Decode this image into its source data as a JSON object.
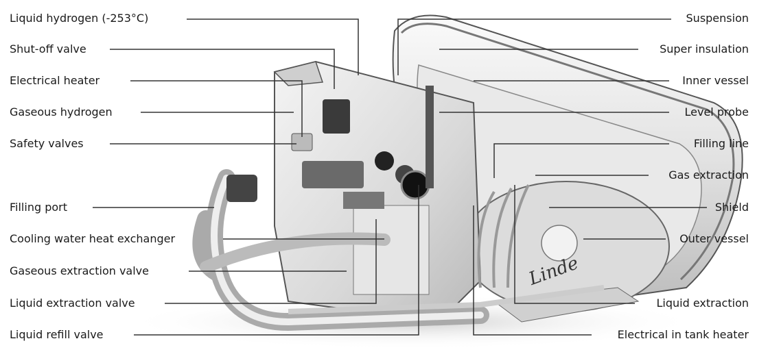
{
  "labels_left": [
    "Liquid hydrogen (-253°C)",
    "Shut-off valve",
    "Electrical heater",
    "Gaseous hydrogen",
    "Safety valves",
    "Filling port",
    "Cooling water heat exchanger",
    "Gaseous extraction valve",
    "Liquid extraction valve",
    "Liquid refill valve"
  ],
  "labels_right": [
    "Suspension",
    "Super insulation",
    "Inner vessel",
    "Level probe",
    "Filling line",
    "Gas extraction",
    "Shield",
    "Outer vessel",
    "Liquid extraction",
    "Electrical in tank heater"
  ],
  "brand_logo": "Linde"
}
